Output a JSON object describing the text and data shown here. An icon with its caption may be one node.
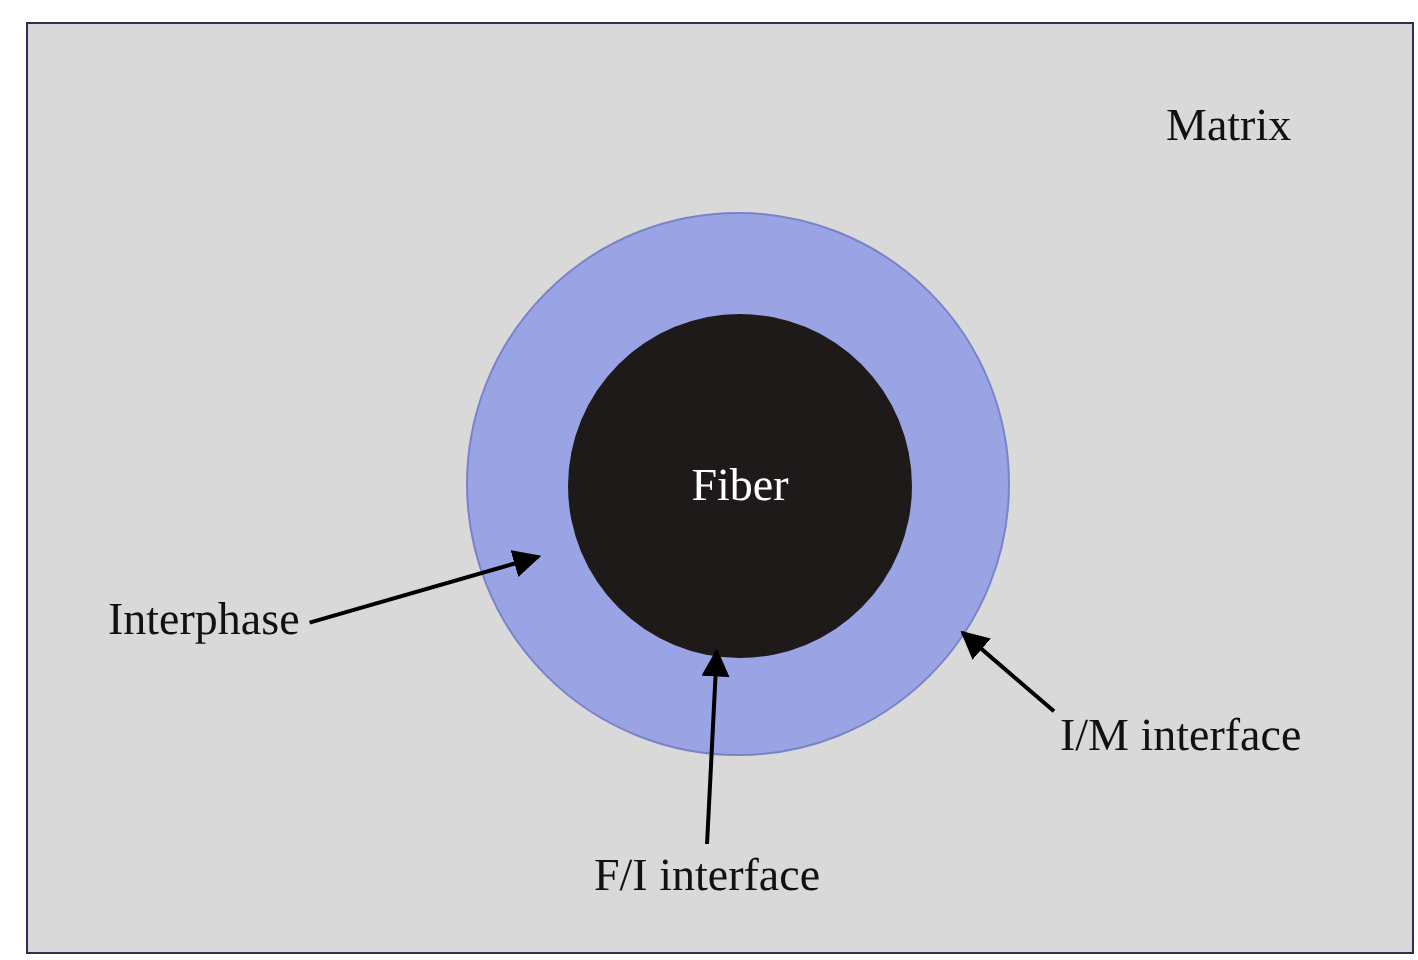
{
  "diagram": {
    "nodes": [
      {
        "text": [
          "Matrix"
        ]
      },
      {
        "text": [],
        "shape": "circle",
        "in": 0
      },
      {
        "text": [
          "Fiber"
        ],
        "in": 1
      },
      {
        "text": [
          "Interphase"
        ],
        "in": 0
      },
      {
        "text": [
          "F/I interface"
        ],
        "in": 0
      },
      {
        "text": [
          "I/M interface"
        ],
        "in": 0
      }
    ],
    "edges": [
      {
        "from": 3,
        "to": 1,
        "arrow": "to"
      },
      {
        "from": 4,
        "to": 2,
        "arrow": "to"
      },
      {
        "from": 5,
        "to": 1,
        "arrow": "to"
      }
    ]
  }
}
